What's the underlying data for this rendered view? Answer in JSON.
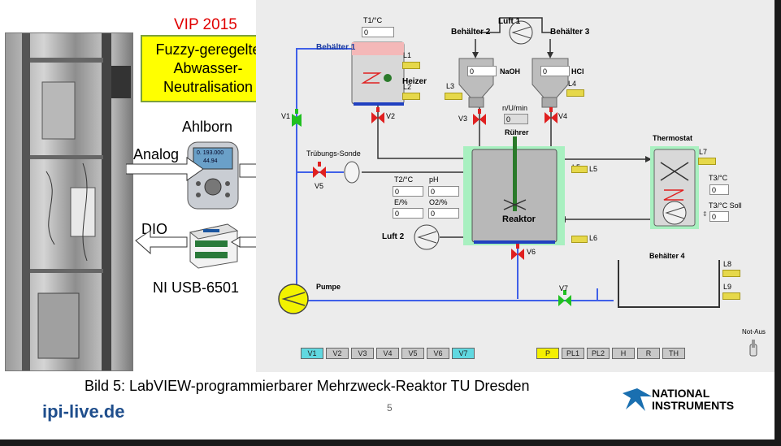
{
  "slide": {
    "vip": "VIP 2015",
    "fuzzy_title": [
      "Fuzzy-geregelte",
      "Abwasser-",
      "Neutralisation"
    ],
    "ahlborn_label": "Ahlborn",
    "ahlborn_display": [
      "0. 193.000",
      "44.94"
    ],
    "analog_label": "Analog",
    "dio_label": "DIO",
    "ni_usb_label": "NI USB-6501",
    "caption": "Bild 5:  LabVIEW-programmierbarer Mehrzweck-Reaktor TU Dresden",
    "footer_site": "ipi-live.de",
    "page_number": "5",
    "ni_logo": [
      "NATIONAL",
      "INSTRUMENTS"
    ]
  },
  "panel": {
    "t1_label": "T1/°C",
    "t1_value": "0",
    "behaelter1": "Behälter 1",
    "heizer": "Heizer",
    "l1": "L1",
    "l2": "L2",
    "l3": "L3",
    "l4": "L4",
    "l5": "L5",
    "l6": "L6",
    "l7": "L7",
    "l8": "L8",
    "l9": "L9",
    "luft1": "Luft 1",
    "behaelter2": "Behälter 2",
    "behaelter3": "Behälter 3",
    "naoh_value": "0",
    "naoh": "NaOH",
    "hcl_value": "0",
    "hcl": "HCl",
    "rpm_label": "n/U/min",
    "rpm_value": "0",
    "ruehrer": "Rührer",
    "v1": "V1",
    "v2": "V2",
    "v3": "V3",
    "v4": "V4",
    "v5": "V5",
    "v6": "V6",
    "v7": "V7",
    "truebungs": "Trübungs-Sonde",
    "t2_label": "T2/°C",
    "t2_value": "0",
    "ph_label": "pH",
    "ph_value": "0",
    "e_label": "E/%",
    "e_value": "0",
    "o2_label": "O2/%",
    "o2_value": "0",
    "reaktor": "Reaktor",
    "luft2": "Luft 2",
    "thermostat": "Thermostat",
    "t3_label": "T3/°C",
    "t3_value": "0",
    "t3soll_label": "T3/°C Soll",
    "t3soll_value": "0",
    "behaelter4": "Behälter 4",
    "pumpe": "Pumpe",
    "not_aus": "Not-Aus",
    "valve_buttons": [
      "V1",
      "V2",
      "V3",
      "V4",
      "V5",
      "V6",
      "V7"
    ],
    "device_buttons": [
      "P",
      "PL1",
      "PL2",
      "H",
      "R",
      "TH"
    ]
  },
  "colors": {
    "pipe_blue": "#4060e8",
    "pipe_dark": "#333333",
    "valve_red": "#e02020",
    "valve_green": "#20c020",
    "lamp_yellow": "#e6d84a",
    "button_cyan": "#60d8e0",
    "button_yellow": "#f4f000",
    "highlight_green": "#a8f0c0"
  }
}
